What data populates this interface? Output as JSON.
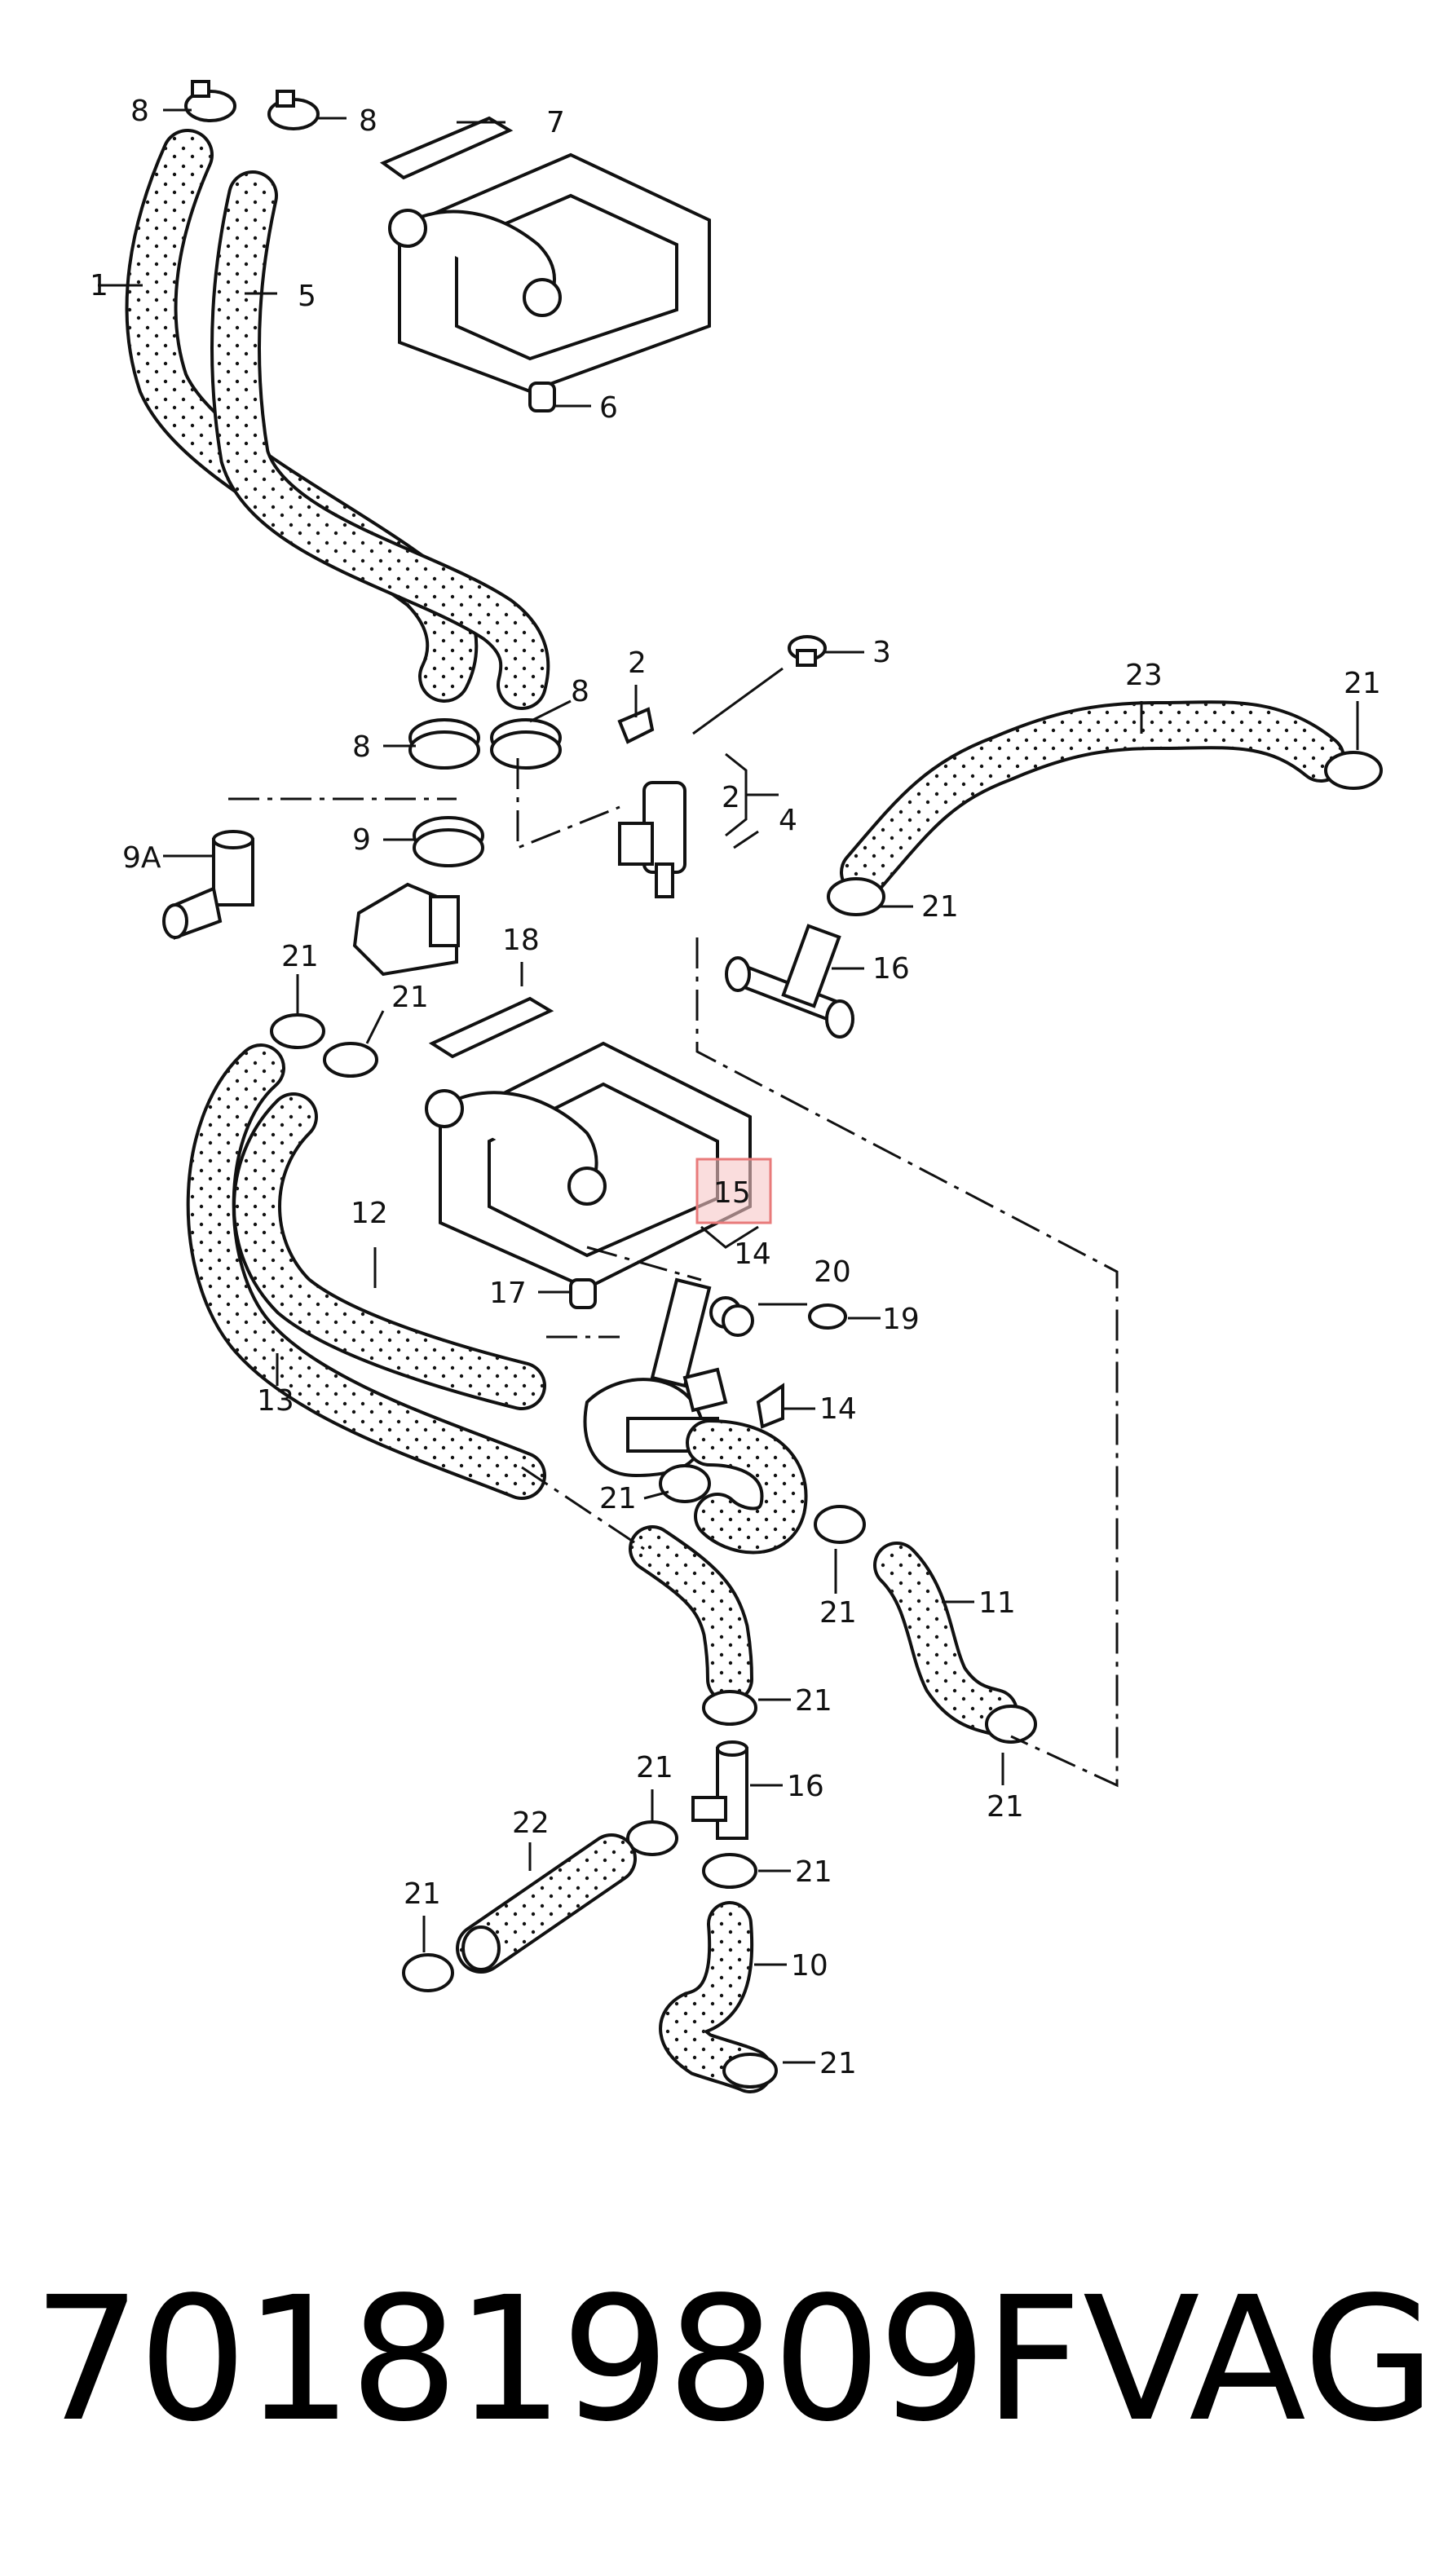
{
  "diagram": {
    "labels": {
      "l1": "1",
      "l2a": "2",
      "l2b": "2",
      "l3": "3",
      "l4": "4",
      "l5": "5",
      "l6": "6",
      "l7": "7",
      "l8a": "8",
      "l8b": "8",
      "l8c": "8",
      "l8d": "8",
      "l9": "9",
      "l9a": "9A",
      "l10": "10",
      "l11": "11",
      "l12": "12",
      "l13": "13",
      "l14a": "14",
      "l14b": "14",
      "l15": "15",
      "l16a": "16",
      "l16b": "16",
      "l17": "17",
      "l18": "18",
      "l19": "19",
      "l20": "20",
      "l21a": "21",
      "l21b": "21",
      "l21c": "21",
      "l21d": "21",
      "l21e": "21",
      "l21f": "21",
      "l21g": "21",
      "l21h": "21",
      "l21i": "21",
      "l21j": "21",
      "l21k": "21",
      "l22": "22",
      "l23": "23"
    },
    "highlight_color": "#e87a7a"
  },
  "footer": {
    "part_number": "701819809F",
    "brand": "VAG"
  }
}
